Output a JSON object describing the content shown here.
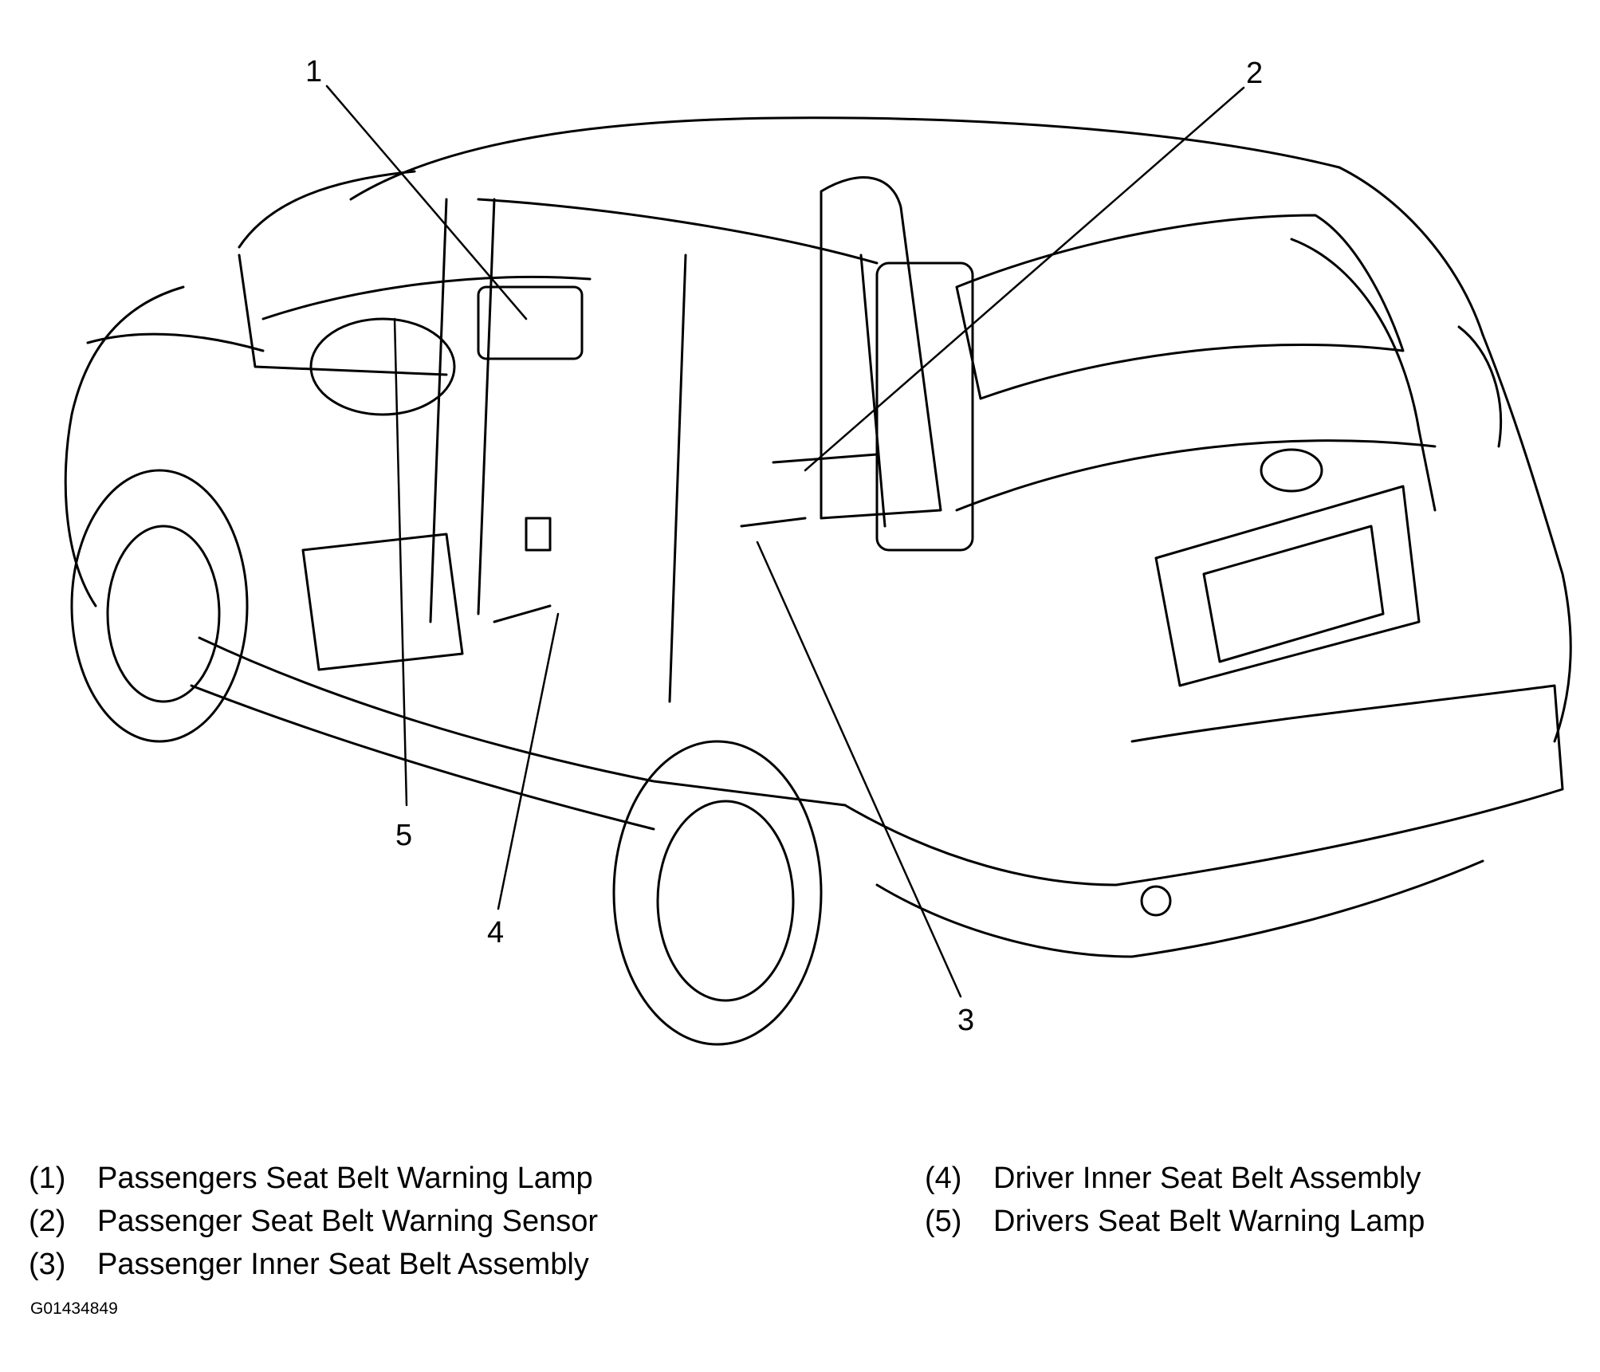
{
  "callouts": [
    "1",
    "2",
    "3",
    "4",
    "5"
  ],
  "legend": [
    {
      "num": "(1)",
      "text": "Passengers Seat Belt Warning Lamp"
    },
    {
      "num": "(2)",
      "text": "Passenger Seat Belt Warning Sensor"
    },
    {
      "num": "(3)",
      "text": "Passenger Inner Seat Belt Assembly"
    },
    {
      "num": "(4)",
      "text": "Driver Inner Seat Belt Assembly"
    },
    {
      "num": "(5)",
      "text": "Drivers Seat Belt Warning Lamp"
    }
  ],
  "figure_code": "G01434849"
}
